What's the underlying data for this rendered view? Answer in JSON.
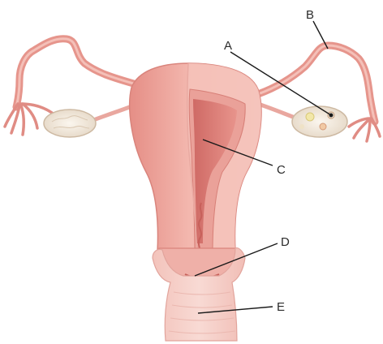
{
  "labels": {
    "a": "A",
    "b": "B",
    "c": "C",
    "d": "D",
    "e": "E"
  },
  "colors": {
    "background": "#ffffff",
    "tissue_light": "#f6c9c1",
    "tissue_mid": "#e8958b",
    "tissue_dark": "#c9605a",
    "cavity": "#d97a74",
    "ovary": "#f4ece0",
    "leader_line": "#1a1a1a"
  }
}
